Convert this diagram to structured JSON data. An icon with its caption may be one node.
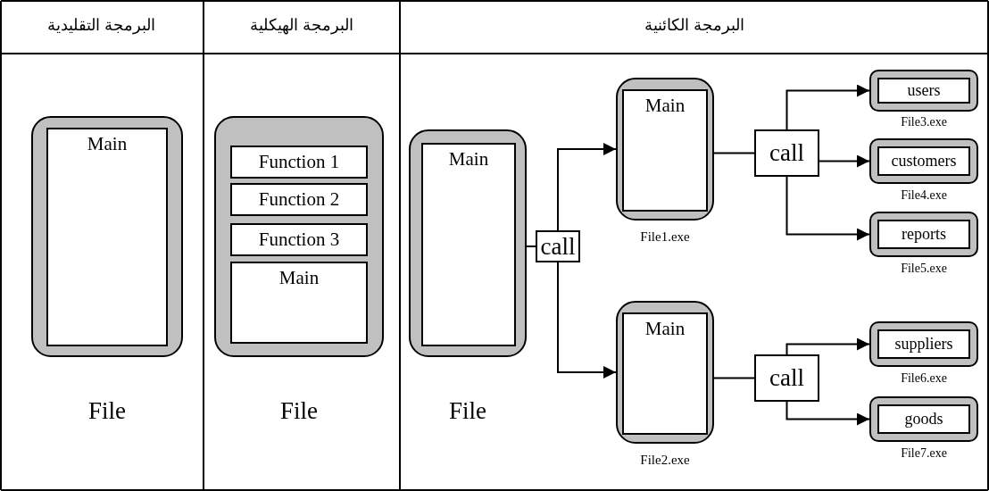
{
  "diagram": {
    "nodes": [
      {
        "text": [],
        "shape": "box",
        "beside": [
          "File"
        ]
      },
      {
        "text": [
          "Main"
        ],
        "in": 0
      },
      {
        "text": [],
        "shape": "box",
        "beside": [
          "File"
        ]
      },
      {
        "text": [
          "Function 1"
        ],
        "in": 2
      },
      {
        "text": [
          "Function 2"
        ],
        "in": 2
      },
      {
        "text": [
          "Function 3"
        ],
        "in": 2
      },
      {
        "text": [
          "Main"
        ],
        "in": 2
      },
      {
        "text": [],
        "shape": "box",
        "beside": [
          "File"
        ]
      },
      {
        "text": [
          "Main"
        ],
        "in": 7
      },
      {
        "text": [
          "call"
        ]
      },
      {
        "text": [],
        "shape": "box",
        "beside": [
          "File1.exe"
        ]
      },
      {
        "text": [
          "Main"
        ],
        "in": 10
      },
      {
        "text": [],
        "shape": "box",
        "beside": [
          "File2.exe"
        ]
      },
      {
        "text": [
          "Main"
        ],
        "in": 12
      },
      {
        "text": [
          "call"
        ]
      },
      {
        "text": [
          "call"
        ]
      },
      {
        "text": [
          "users"
        ],
        "beside": [
          "File3.exe"
        ]
      },
      {
        "text": [
          "customers"
        ],
        "beside": [
          "File4.exe"
        ]
      },
      {
        "text": [
          "reports"
        ],
        "beside": [
          "File5.exe"
        ]
      },
      {
        "text": [
          "suppliers"
        ],
        "beside": [
          "File6.exe"
        ]
      },
      {
        "text": [
          "goods"
        ],
        "beside": [
          "File7.exe"
        ]
      }
    ],
    "edges": [
      {
        "from": 7,
        "to": 9,
        "arrow": "none"
      },
      {
        "from": 9,
        "to": 10,
        "arrow": "to"
      },
      {
        "from": 9,
        "to": 12,
        "arrow": "to"
      },
      {
        "from": 10,
        "to": 14,
        "arrow": "none"
      },
      {
        "from": 14,
        "to": 16,
        "arrow": "to"
      },
      {
        "from": 14,
        "to": 17,
        "arrow": "to"
      },
      {
        "from": 14,
        "to": 18,
        "arrow": "to"
      },
      {
        "from": 12,
        "to": 15,
        "arrow": "none"
      },
      {
        "from": 15,
        "to": 19,
        "arrow": "to"
      },
      {
        "from": 15,
        "to": 20,
        "arrow": "to"
      }
    ],
    "labels": [
      "البرمجة التقليدية",
      "البرمجة الهيكلية",
      "البرمجة الكائنية"
    ]
  }
}
